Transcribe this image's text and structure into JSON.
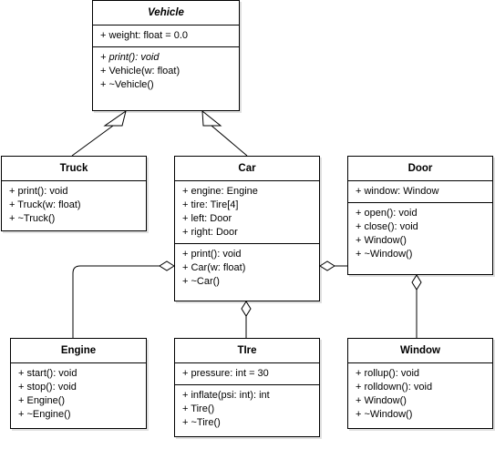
{
  "classes": {
    "vehicle": {
      "name": "Vehicle",
      "attributes": [
        "+  weight: float = 0.0"
      ],
      "operations": [
        "+  print(): void",
        "+  Vehicle(w: float)",
        "+  ~Vehicle()"
      ]
    },
    "truck": {
      "name": "Truck",
      "operations": [
        "+  print(): void",
        "+  Truck(w: float)",
        "+  ~Truck()"
      ]
    },
    "car": {
      "name": "Car",
      "attributes": [
        "+  engine: Engine",
        "+  tire: Tire[4]",
        "+  left: Door",
        "+  right: Door"
      ],
      "operations": [
        "+  print(): void",
        "+  Car(w: float)",
        "+  ~Car()"
      ]
    },
    "door": {
      "name": "Door",
      "attributes": [
        "+  window: Window"
      ],
      "operations": [
        "+  open(): void",
        "+  close(): void",
        "+  Window()",
        "+  ~Window()"
      ]
    },
    "engine": {
      "name": "Engine",
      "operations": [
        "+  start(): void",
        "+  stop(): void",
        "+  Engine()",
        "+  ~Engine()"
      ]
    },
    "tire": {
      "name": "TIre",
      "attributes": [
        "+  pressure: int = 30"
      ],
      "operations": [
        "+  inflate(psi: int): int",
        "+  Tire()",
        "+  ~Tire()"
      ]
    },
    "window": {
      "name": "Window",
      "operations": [
        "+  rollup(): void",
        "+  rolldown(): void",
        "+  Window()",
        "+  ~Window()"
      ]
    }
  },
  "relationships": [
    {
      "type": "generalization",
      "from": "Truck",
      "to": "Vehicle"
    },
    {
      "type": "generalization",
      "from": "Car",
      "to": "Vehicle"
    },
    {
      "type": "aggregation",
      "whole": "Car",
      "part": "Engine"
    },
    {
      "type": "aggregation",
      "whole": "Car",
      "part": "TIre"
    },
    {
      "type": "aggregation",
      "whole": "Car",
      "part": "Door"
    },
    {
      "type": "aggregation",
      "whole": "Door",
      "part": "Window"
    }
  ],
  "colors": {
    "line": "#000000",
    "box_fill": "#ffffff",
    "background": "#ffffff"
  }
}
